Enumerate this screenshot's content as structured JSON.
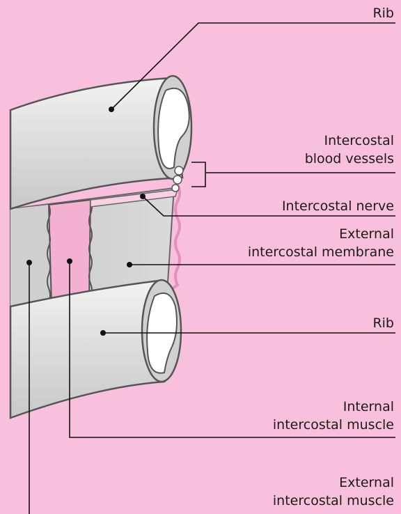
{
  "diagram": {
    "labels": {
      "rib_top": "Rib",
      "vessels": [
        "Intercostal",
        "blood vessels"
      ],
      "nerve": "Intercostal nerve",
      "ext_membrane": [
        "External",
        "intercostal membrane"
      ],
      "rib_bottom": "Rib",
      "int_muscle": [
        "Internal",
        "intercostal muscle"
      ],
      "ext_muscle": [
        "External",
        "intercostal muscle"
      ]
    },
    "colors": {
      "background": "#f8c0dc",
      "bone": "#d9d9d9",
      "marrow": "#ffffff",
      "outline": "#555555",
      "muscle_pink": "#f4b0d0",
      "leader": "#111111"
    }
  }
}
